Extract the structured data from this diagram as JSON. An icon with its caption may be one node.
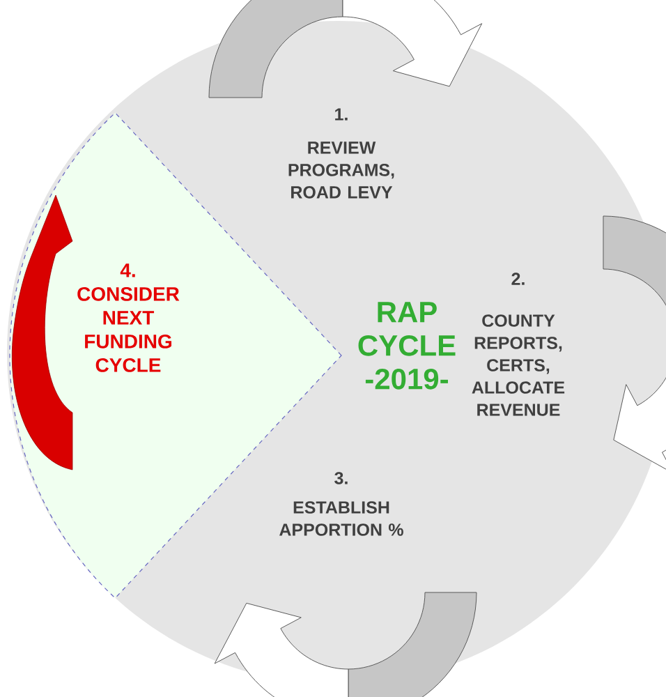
{
  "diagram": {
    "nodes": [
      {
        "text": [
          "RAP CYCLE -2019-"
        ]
      },
      {
        "text": [
          "4.",
          "CONSIDER NEXT FUNDING CYCLE"
        ],
        "in": 0
      }
    ],
    "labels": [
      "1.",
      "REVIEW PROGRAMS, ROAD LEVY",
      "2.",
      "COUNTY REPORTS, CERTS, ALLOCATE REVENUE",
      "3.",
      "ESTABLISH APPORTION %"
    ]
  }
}
